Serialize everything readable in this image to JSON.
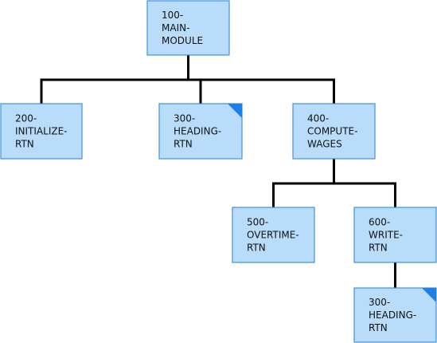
{
  "nodes": [
    {
      "id": "n100",
      "lines": [
        "100-",
        "MAIN-",
        "MODULE"
      ],
      "flag": false
    },
    {
      "id": "n200",
      "lines": [
        "200-",
        "INITIALIZE-",
        "RTN"
      ],
      "flag": false
    },
    {
      "id": "n300a",
      "lines": [
        "300-",
        "HEADING-",
        "RTN"
      ],
      "flag": true
    },
    {
      "id": "n400",
      "lines": [
        "400-",
        "COMPUTE-",
        "WAGES"
      ],
      "flag": false
    },
    {
      "id": "n500",
      "lines": [
        "500-",
        "OVERTIME-",
        "RTN"
      ],
      "flag": false
    },
    {
      "id": "n600",
      "lines": [
        "600-",
        "WRITE-",
        "RTN"
      ],
      "flag": false
    },
    {
      "id": "n300b",
      "lines": [
        "300-",
        "HEADING-",
        "RTN"
      ],
      "flag": true
    }
  ],
  "edges": [
    {
      "from": "n100",
      "to": "n200"
    },
    {
      "from": "n100",
      "to": "n300a"
    },
    {
      "from": "n100",
      "to": "n400"
    },
    {
      "from": "n400",
      "to": "n500"
    },
    {
      "from": "n400",
      "to": "n600"
    },
    {
      "from": "n600",
      "to": "n300b"
    }
  ],
  "colors": {
    "box_fill": "#b8dcfa",
    "box_border": "#3d8fe0",
    "flag_corner": "#1e7fe6",
    "connector": "#000000",
    "text": "#111111"
  }
}
